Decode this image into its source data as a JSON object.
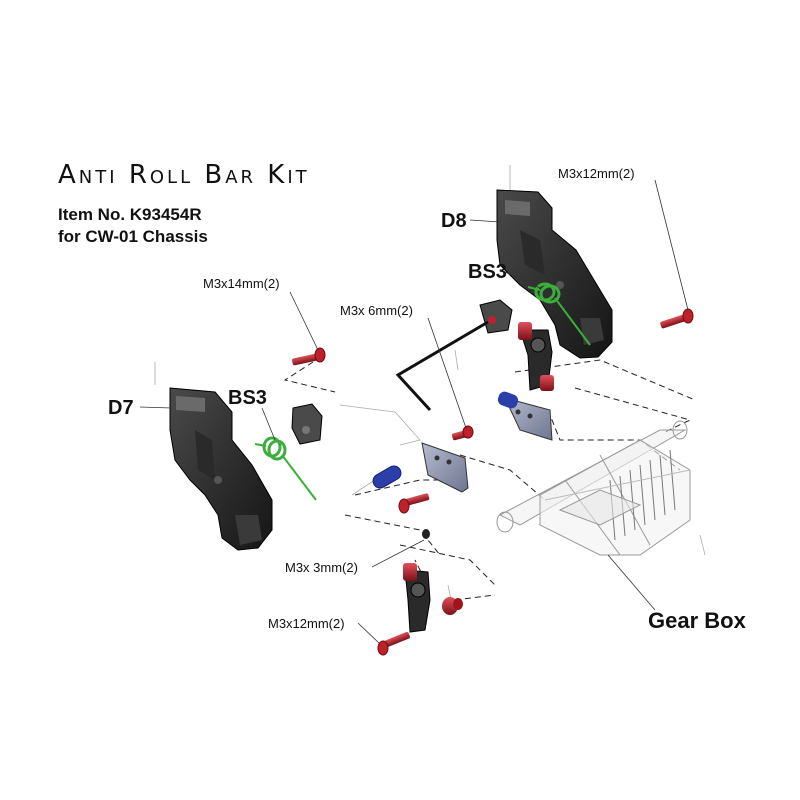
{
  "title": "Anti Roll Bar Kit",
  "item_no": "Item No. K93454R",
  "chassis": "for CW-01 Chassis",
  "labels": {
    "d8": "D8",
    "d7": "D7",
    "bs3_top": "BS3",
    "bs3_left": "BS3",
    "m3x12_top": "M3x12mm(2)",
    "m3x14": "M3x14mm(2)",
    "m3x6": "M3x 6mm(2)",
    "m3x3": "M3x 3mm(2)",
    "m3x12_bottom": "M3x12mm(2)",
    "gear_box": "Gear Box"
  },
  "colors": {
    "bracket": "#1e1e1e",
    "screw": "#c0202a",
    "spring": "#3cae3c",
    "collar": "#2b3fa8",
    "plate": "#8d95ad"
  }
}
